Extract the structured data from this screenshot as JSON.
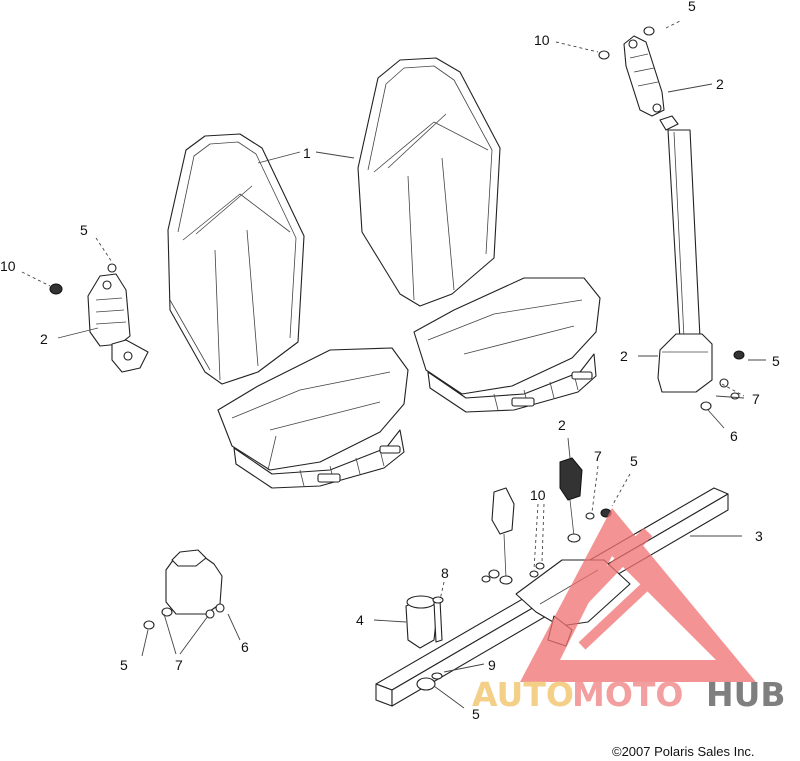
{
  "diagram": {
    "copyright": "©2007 Polaris Sales Inc.",
    "callouts": {
      "c1": "1",
      "c2a": "2",
      "c2b": "2",
      "c2c": "2",
      "c2d": "2",
      "c3": "3",
      "c4": "4",
      "c5a": "5",
      "c5b": "5",
      "c5c": "5",
      "c5d": "5",
      "c5e": "5",
      "c5f": "5",
      "c6a": "6",
      "c6b": "6",
      "c7a": "7",
      "c7b": "7",
      "c7c": "7",
      "c8": "8",
      "c9": "9",
      "c10a": "10",
      "c10b": "10",
      "c10c": "10"
    }
  },
  "watermark": {
    "part1": "AUTO",
    "part2": "MOTO",
    "part3": "HUB",
    "colors": {
      "auto": "#f0c060",
      "moto": "#f08080",
      "hub": "#555555",
      "triangle": "#f07070"
    }
  }
}
